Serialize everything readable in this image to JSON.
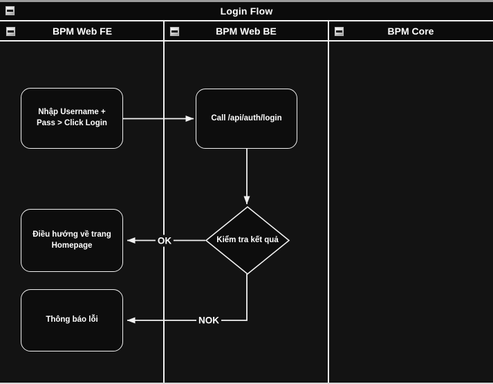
{
  "pool": {
    "title": "Login Flow"
  },
  "lanes": [
    {
      "id": "bpm-web-fe",
      "label": "BPM Web FE"
    },
    {
      "id": "bpm-web-be",
      "label": "BPM Web BE"
    },
    {
      "id": "bpm-core",
      "label": "BPM Core"
    }
  ],
  "nodes": [
    {
      "id": "input-credentials",
      "type": "rounded-rect",
      "lane": "BPM Web FE",
      "label": "Nhập Username + Pass > Click Login"
    },
    {
      "id": "call-login-api",
      "type": "rounded-rect",
      "lane": "BPM Web BE",
      "label": "Call /api/auth/login"
    },
    {
      "id": "check-result",
      "type": "decision",
      "lane": "BPM Web BE",
      "label": "Kiểm tra kết quả"
    },
    {
      "id": "redirect-homepage",
      "type": "rounded-rect",
      "lane": "BPM Web FE",
      "label": "Điều hướng về trang Homepage"
    },
    {
      "id": "show-error",
      "type": "rounded-rect",
      "lane": "BPM Web FE",
      "label": "Thông báo lỗi"
    }
  ],
  "edges": [
    {
      "from": "input-credentials",
      "to": "call-login-api",
      "label": ""
    },
    {
      "from": "call-login-api",
      "to": "check-result",
      "label": ""
    },
    {
      "from": "check-result",
      "to": "redirect-homepage",
      "label": "OK"
    },
    {
      "from": "check-result",
      "to": "show-error",
      "label": "NOK"
    }
  ],
  "icons": {
    "collapse": "minus-square"
  },
  "colors": {
    "canvas_bg": "#131313",
    "panel_bg": "#0b0b0b",
    "stroke": "#f2f2f2",
    "text": "#ffffff"
  }
}
